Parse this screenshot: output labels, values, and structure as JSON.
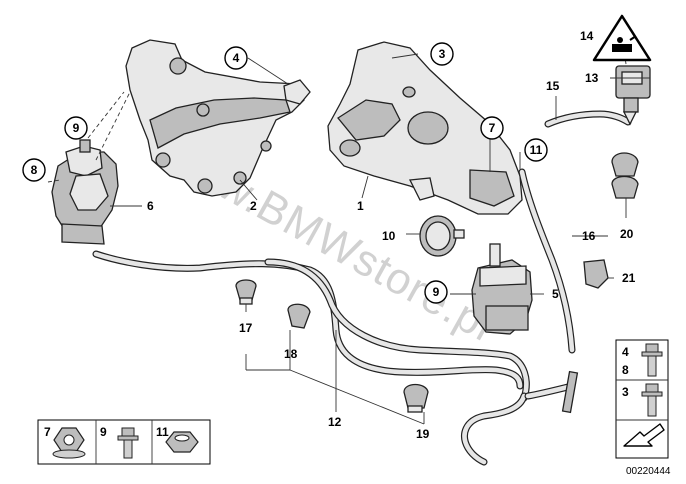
{
  "diagram": {
    "title": "Engine suspension parts diagram",
    "watermark": "www.BMWstore.pl",
    "image_id": "00220444",
    "labels": {
      "p1": "1",
      "p2": "2",
      "p3": "3",
      "p4": "4",
      "p5": "5",
      "p6": "6",
      "p7": "7",
      "p8": "8",
      "p9": "9",
      "p10": "10",
      "p11": "11",
      "p12": "12",
      "p13": "13",
      "p14": "14",
      "p15": "15",
      "p16": "16",
      "p17": "17",
      "p18": "18",
      "p19": "19",
      "p20": "20",
      "p21": "21"
    },
    "legend_bottom": {
      "a": "7",
      "b": "9",
      "c": "11"
    },
    "legend_side": {
      "a": "4",
      "b": "8",
      "c": "3"
    },
    "icons": {
      "warning": "warning-triangle-icon",
      "arrow": "arrow-icon"
    }
  }
}
